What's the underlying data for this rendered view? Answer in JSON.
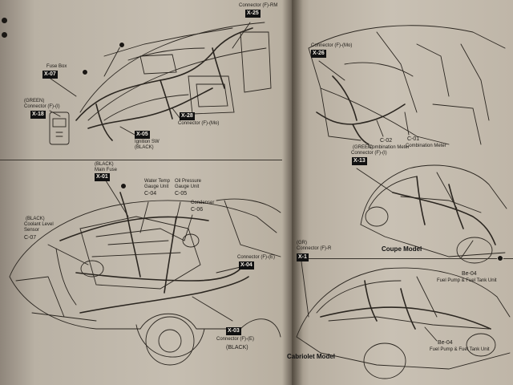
{
  "header_fragment": "Connector (F)-RM",
  "left_page": {
    "upper": {
      "fuse_box": {
        "label": "Fuse Box",
        "code": "X-07"
      },
      "connector_fi_left": {
        "color": "(GREEN)",
        "label": "Connector (F)-(I)",
        "code": "X-18"
      },
      "connector_top": {
        "code": "X-25"
      },
      "connector_fm": {
        "code": "X-28",
        "label": "Connector (F)-(Mo)"
      },
      "ignition_sw": {
        "code": "X-05",
        "label": "Ignition SW",
        "color": "(BLACK)"
      }
    },
    "lower": {
      "main_fuse": {
        "color": "(BLACK)",
        "label": "Main Fuse",
        "code": "X-01"
      },
      "water_temp": {
        "label_line1": "Water Temp",
        "label_line2": "Gauge Unit",
        "code": "C-04"
      },
      "oil_pressure": {
        "label_line1": "Oil Pressure",
        "label_line2": "Gauge Unit",
        "code": "C-05"
      },
      "condenser": {
        "label": "Condenser",
        "code": "C-06"
      },
      "coolant": {
        "color": "(BLACK)",
        "label_line1": "Coolant Level",
        "label_line2": "Sensor",
        "code": "C-07"
      },
      "connector_fe_right": {
        "label": "Connector (F)-(E)",
        "code": "X-04"
      },
      "connector_fe_bottom": {
        "code": "X-03",
        "label": "Connector (F)-(E)",
        "color": "(BLACK)"
      }
    }
  },
  "right_page": {
    "dash": {
      "connector_fm": {
        "label": "Connector (F)-(Mo)",
        "code": "X-26"
      },
      "combination_meter_1": {
        "code": "C-02",
        "label": "Combination Meter"
      },
      "combination_meter_2": {
        "code": "C-01",
        "label": "Combination Meter"
      }
    },
    "coupe": {
      "connector_fi": {
        "color": "(GREEN)",
        "label": "Connector (F)-(I)",
        "code": "X-13"
      },
      "title": "Coupe Model",
      "fuel_pump": {
        "code": "Be-04",
        "label": "Fuel Pump & Fuel Tank Unit"
      }
    },
    "cabriolet": {
      "connector_fi": {
        "color": "(GR)",
        "label": "Connector (F)-R",
        "code": "X-1"
      },
      "fuel_pump": {
        "code": "Be-04",
        "label": "Fuel Pump & Fuel Tank Unit"
      },
      "title": "Cabriolet Model"
    }
  }
}
